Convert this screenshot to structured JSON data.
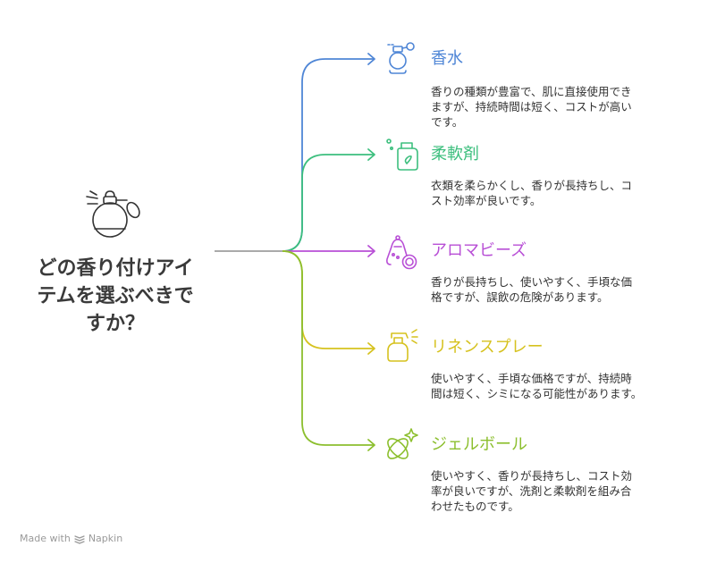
{
  "central": {
    "title_lines": [
      "どの香り付けアイ",
      "テムを選ぶべきで",
      "すか？"
    ]
  },
  "options": [
    {
      "title": "香水",
      "desc_lines": [
        "香りの種類が豊富で、肌に直接使用でき",
        "ますが、持続時間は短く、コストが高い",
        "です。"
      ],
      "color": "#4f86d6",
      "icon": "perfume-bottle-icon"
    },
    {
      "title": "柔軟剤",
      "desc_lines": [
        "衣類を柔らかくし、香りが長持ちし、コ",
        "スト効率が良いです。"
      ],
      "color": "#3dbf7e",
      "icon": "detergent-bottle-icon"
    },
    {
      "title": "アロマビーズ",
      "desc_lines": [
        "香りが長持ちし、使いやすく、手頃な価",
        "格ですが、誤飲の危険があります。"
      ],
      "color": "#b84fd6",
      "icon": "aroma-beads-icon"
    },
    {
      "title": "リネンスプレー",
      "desc_lines": [
        "使いやすく、手頃な価格ですが、持続時",
        "間は短く、シミになる可能性があります。"
      ],
      "color": "#d6c21f",
      "icon": "spray-bottle-icon"
    },
    {
      "title": "ジェルボール",
      "desc_lines": [
        "使いやすく、香りが長持ちし、コスト効",
        "率が良いですが、洗剤と柔軟剤を組み合",
        "わせたものです。"
      ],
      "color": "#8cbf2e",
      "icon": "gel-ball-icon"
    }
  ],
  "footer": {
    "text": "Made with",
    "brand": "Napkin"
  }
}
